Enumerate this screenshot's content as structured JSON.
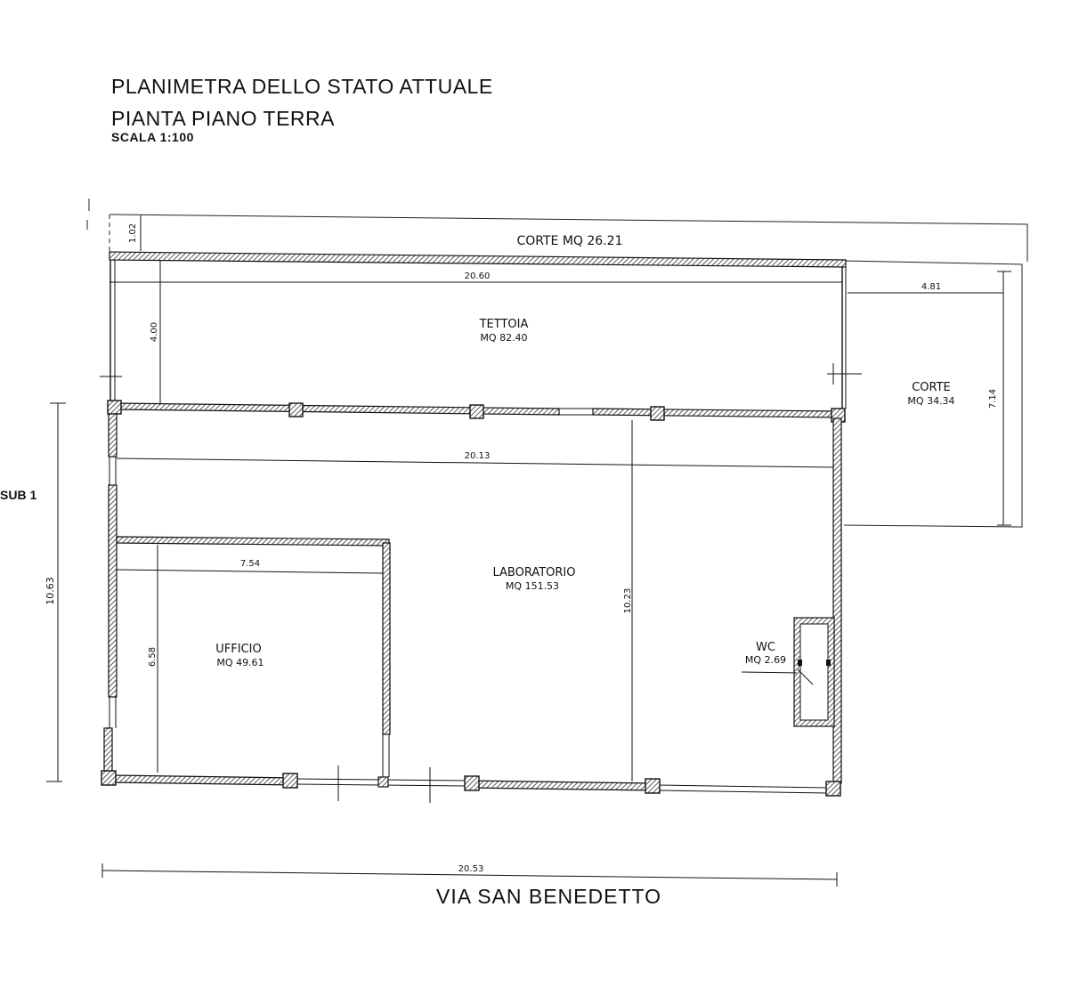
{
  "title": {
    "line1": "PLANIMETRA DELLO STATO ATTUALE",
    "line2": "PIANTA PIANO TERRA",
    "scale": "SCALA 1:100"
  },
  "rooms": {
    "corte_top": "CORTE MQ 26.21",
    "tettoia_name": "TETTOIA",
    "tettoia_area": "MQ 82.40",
    "corte_right_name": "CORTE",
    "corte_right_area": "MQ 34.34",
    "laboratorio_name": "LABORATORIO",
    "laboratorio_area": "MQ 151.53",
    "ufficio_name": "UFFICIO",
    "ufficio_area": "MQ 49.61",
    "wc_name": "WC",
    "wc_area": "MQ 2.69"
  },
  "dimensions": {
    "d_1_02": "1.02",
    "d_20_60": "20.60",
    "d_4_81": "4.81",
    "d_4_00": "4.00",
    "d_7_14": "7.14",
    "d_20_13": "20.13",
    "d_10_63": "10.63",
    "d_7_54": "7.54",
    "d_10_23": "10.23",
    "d_6_58": "6.58",
    "d_20_53": "20.53"
  },
  "labels": {
    "sub": "SUB 1",
    "street": "VIA SAN BENEDETTO"
  }
}
